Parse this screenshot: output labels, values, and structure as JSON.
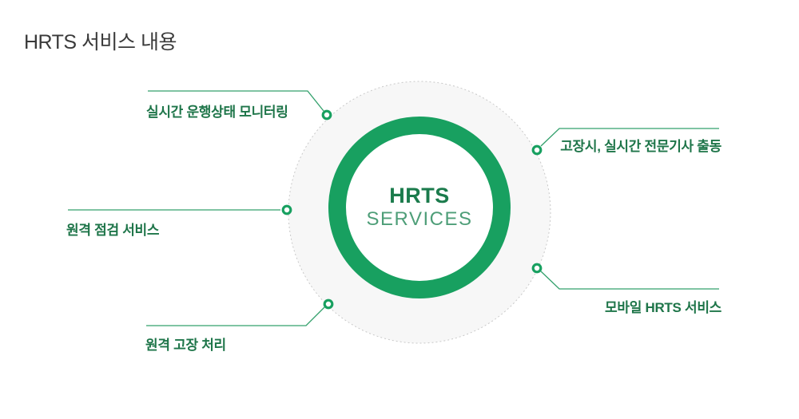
{
  "page": {
    "title": "HRTS 서비스 내용"
  },
  "diagram": {
    "center": {
      "line1": "HRTS",
      "line2": "SERVICES"
    },
    "labels": [
      {
        "id": "realtime-monitoring",
        "position": "top-left",
        "text": "실시간 운행상태 모니터링"
      },
      {
        "id": "expert-dispatch",
        "position": "top-right",
        "text": "고장시, 실시간 전문기사 출동"
      },
      {
        "id": "remote-inspection",
        "position": "left",
        "text": "원격 점검 서비스"
      },
      {
        "id": "remote-fault-handling",
        "position": "bottom-left",
        "text": "원격 고장 처리"
      },
      {
        "id": "mobile-hrts",
        "position": "bottom-right",
        "text": "모바일 HRTS 서비스"
      }
    ]
  },
  "colors": {
    "ring": "#18a060",
    "center_title": "#1b7b4c",
    "center_subtitle": "#4e9e78",
    "label_text": "#1e7549",
    "connector": "#33a06c",
    "outer_circle_fill": "#f7f7f7",
    "outer_circle_border": "#c9c9c9",
    "title_text": "#3a3a3a"
  }
}
